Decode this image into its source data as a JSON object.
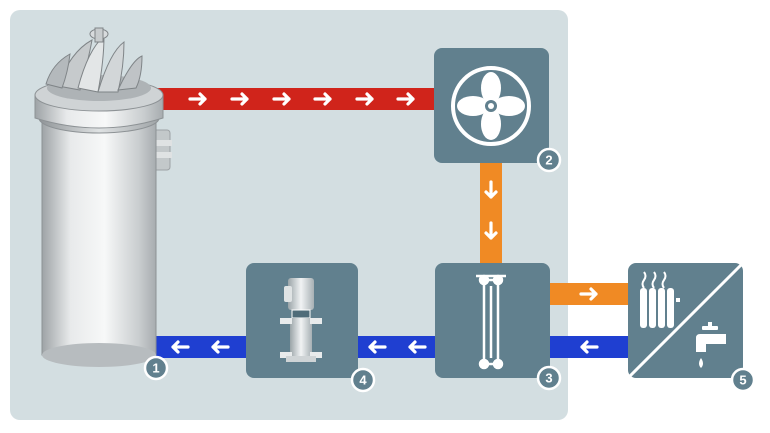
{
  "colors": {
    "panel": "#d3dee1",
    "box": "#61808e",
    "box_dark": "#4f6c79",
    "hot_pipe": "#d0241b",
    "warm_pipe": "#f08a24",
    "cold_pipe": "#1f3fd1",
    "arrow": "#ffffff",
    "badge": "#61808e"
  },
  "components": [
    {
      "name": "compressor",
      "badge": "1",
      "icon": "compressor-icon"
    },
    {
      "name": "cooler-fan",
      "badge": "2",
      "icon": "fan-icon"
    },
    {
      "name": "heat-exchanger",
      "badge": "3",
      "icon": "heat-exchanger-icon"
    },
    {
      "name": "pump",
      "badge": "4",
      "icon": "pump-icon"
    },
    {
      "name": "heat-consumers",
      "badge": "5",
      "icon": "radiator-and-tap-icon"
    }
  ],
  "flows": [
    {
      "name": "compressor-to-fan",
      "kind": "hot"
    },
    {
      "name": "fan-to-exchanger",
      "kind": "warm"
    },
    {
      "name": "exchanger-to-consumers",
      "kind": "warm"
    },
    {
      "name": "consumers-to-exchanger",
      "kind": "cold"
    },
    {
      "name": "exchanger-to-pump",
      "kind": "cold"
    },
    {
      "name": "pump-to-compressor",
      "kind": "cold"
    }
  ]
}
